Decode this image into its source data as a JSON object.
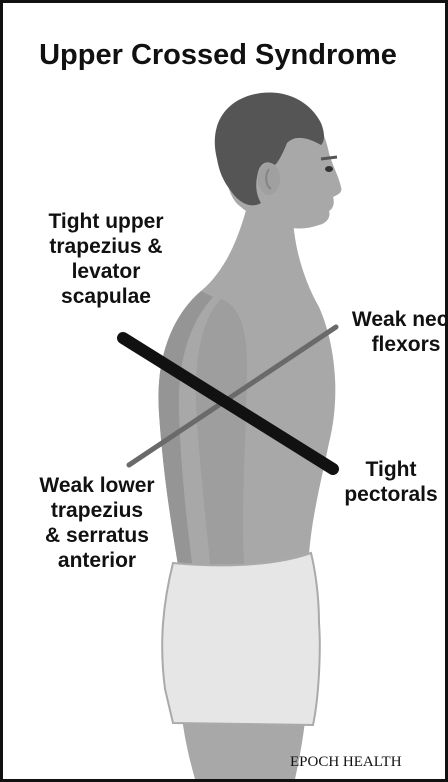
{
  "title": "Upper Crossed Syndrome",
  "labels": {
    "tight_upper_trapezius": [
      "Tight upper",
      "trapezius &",
      "levator",
      "scapulae"
    ],
    "weak_neck_flexors": [
      "Weak neck",
      "flexors"
    ],
    "weak_lower_trapezius": [
      "Weak lower",
      "trapezius",
      "& serratus",
      "anterior"
    ],
    "tight_pectorals": [
      "Tight",
      "pectorals"
    ]
  },
  "credit": "EPOCH HEALTH",
  "colors": {
    "skin": "#a8a8a8",
    "skin_shadow": "#959595",
    "hair": "#555555",
    "shorts": "#e6e6e6",
    "tight_line": "#111111",
    "weak_line": "#6a6a6a"
  }
}
